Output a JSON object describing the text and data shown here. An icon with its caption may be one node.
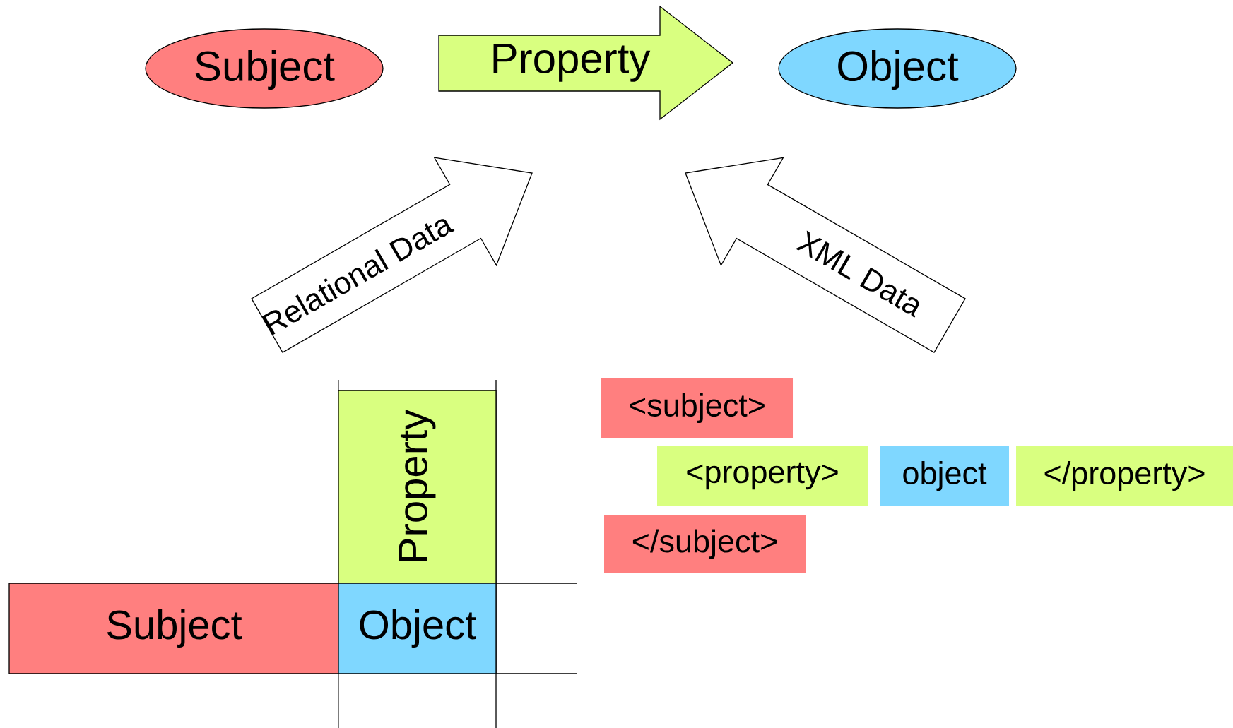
{
  "diagram": {
    "nodes": [
      {
        "text": [
          "Subject"
        ]
      },
      {
        "text": [
          "Property"
        ]
      },
      {
        "text": [
          "Object"
        ]
      },
      {
        "text": [
          "Property"
        ]
      },
      {
        "text": [
          "Subject"
        ]
      },
      {
        "text": [
          "Object"
        ]
      },
      {
        "text": [
          "<subject>"
        ]
      },
      {
        "text": [
          "<property>"
        ]
      },
      {
        "text": [
          "object"
        ]
      },
      {
        "text": [
          "</property>"
        ]
      },
      {
        "text": [
          "</subject>"
        ]
      }
    ],
    "edges": [
      {
        "from": 3,
        "to": 1,
        "arrow": "to",
        "label": "Relational Data"
      },
      {
        "from": 6,
        "to": 1,
        "arrow": "to",
        "label": "XML Data"
      }
    ]
  }
}
